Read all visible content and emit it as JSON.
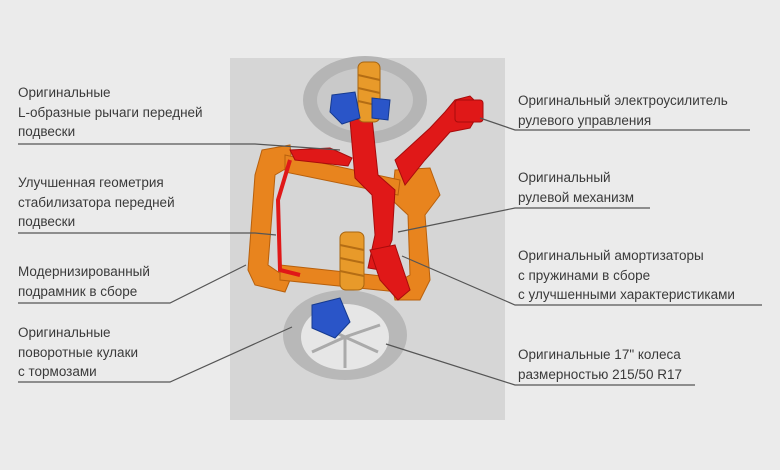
{
  "labels_left": [
    {
      "lines": [
        "Оригинальные",
        "L-образные рычаги передней",
        "подвески"
      ]
    },
    {
      "lines": [
        "Улучшенная геометрия",
        "стабилизатора передней",
        "подвески"
      ]
    },
    {
      "lines": [
        "Модернизированный",
        "подрамник в сборе"
      ]
    },
    {
      "lines": [
        "Оригинальные",
        "поворотные кулаки",
        "с тормозами"
      ]
    }
  ],
  "labels_right": [
    {
      "lines": [
        "Оригинальный электроусилитель",
        "рулевого управления"
      ]
    },
    {
      "lines": [
        "Оригинальный",
        "рулевой механизм"
      ]
    },
    {
      "lines": [
        "Оригинальный амортизаторы",
        "с пружинами в сборе",
        "с улучшенными характеристиками"
      ]
    },
    {
      "lines": [
        "Оригинальные 17\" колеса",
        "размерностью 215/50 R17"
      ]
    }
  ],
  "colors": {
    "subframe": "#e8841e",
    "steering": "#e01818",
    "knuckle": "#2a55c8",
    "spring": "#e89a2a",
    "wheel": "#b9b9b9"
  }
}
